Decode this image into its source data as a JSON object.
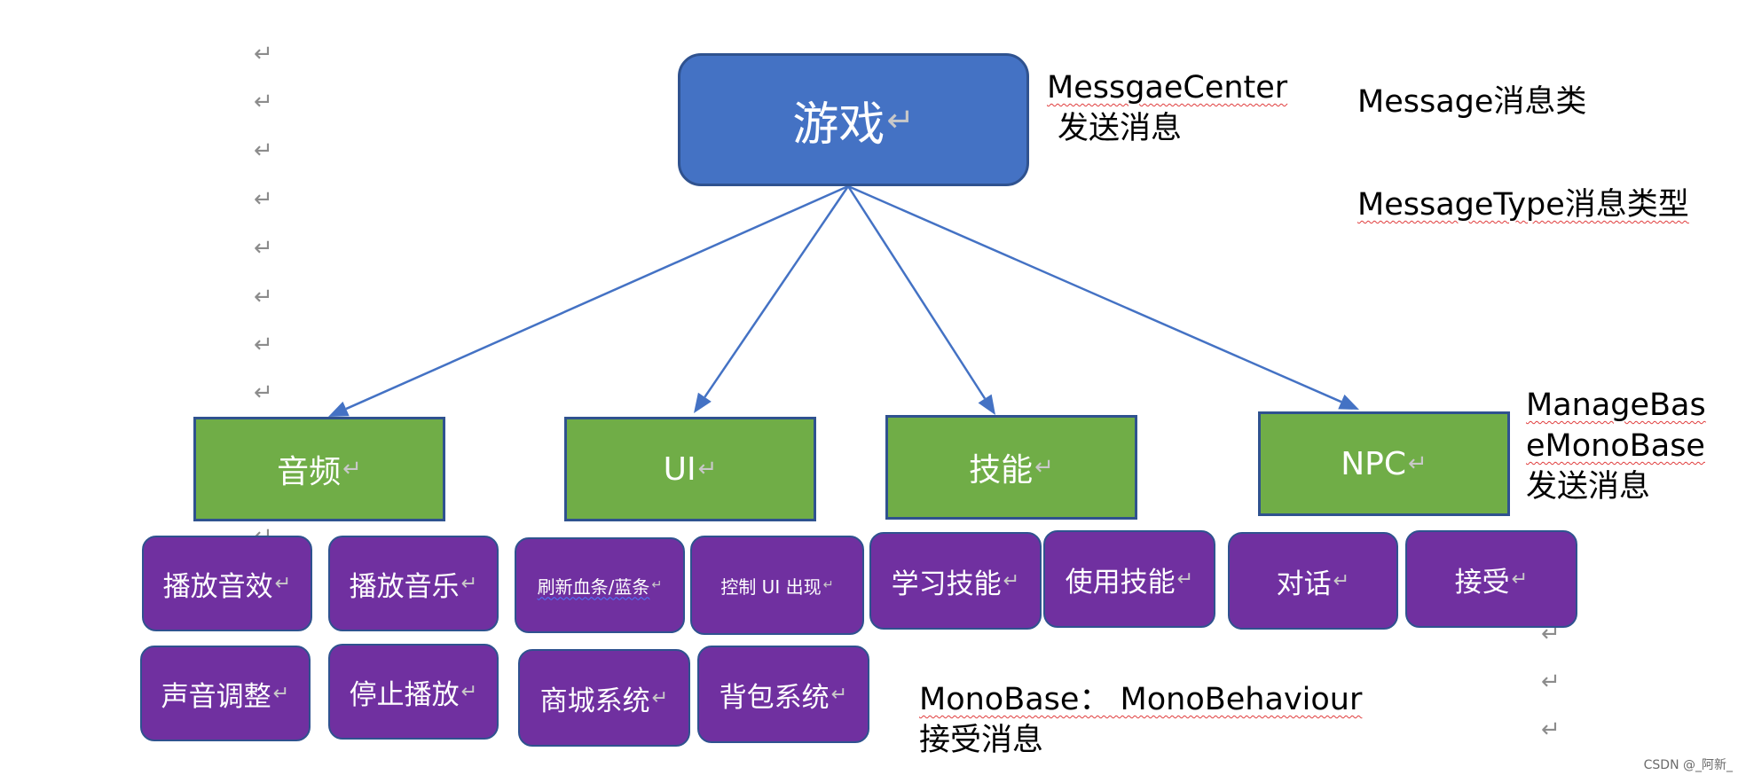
{
  "root": {
    "label": "游戏"
  },
  "categories": [
    {
      "label": "音频"
    },
    {
      "label": "UI"
    },
    {
      "label": "技能"
    },
    {
      "label": "NPC"
    }
  ],
  "leaves": {
    "audio": [
      "播放音效",
      "播放音乐",
      "声音调整",
      "停止播放"
    ],
    "ui": [
      "刷新血条/蓝条",
      "控制 UI 出现",
      "商城系统",
      "背包系统"
    ],
    "skill": [
      "学习技能",
      "使用技能"
    ],
    "npc": [
      "对话",
      "接受"
    ]
  },
  "notes": {
    "message_center": {
      "name": "MessgaeCenter",
      "desc": "发送消息"
    },
    "message": "Message消息类",
    "message_type": "MessageType消息类型",
    "manage_base": {
      "line1": "ManageBas",
      "line2": "eMonoBase",
      "line3": "发送消息"
    },
    "mono_base": {
      "line1": "MonoBase：  MonoBehaviour",
      "line2": "接受消息"
    }
  },
  "return_mark": "↵",
  "watermark": "CSDN @_阿新_",
  "colors": {
    "root_fill": "#4472c4",
    "category_fill": "#70ad47",
    "leaf_fill": "#7030a0",
    "outline": "#2f528f",
    "arrow": "#4472c4"
  }
}
